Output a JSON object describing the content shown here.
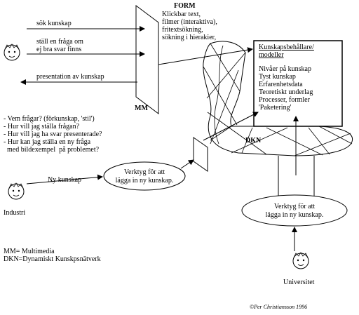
{
  "arrows": {
    "search": "sök kunskap",
    "ask_line1": "ställ en fråga om",
    "ask_line2": "ej bra svar finns",
    "presentation": "presentation av kunskap"
  },
  "form": {
    "title": "FORM",
    "lines": [
      "Klickbar text,",
      "filmer (interaktiva),",
      "fritextsökning,",
      "sökning i hierakier,"
    ]
  },
  "mm_label": "MM",
  "container": {
    "title_line1": "Kunskapsbehållare/",
    "title_line2": "modeller",
    "items": [
      "Nivåer på kunskap",
      "Tyst kunskap",
      "Erfarenhetsdata",
      "Teoretiskt underlag",
      "Processer, formler",
      "'Paketering'"
    ]
  },
  "questions": [
    "- Vem frågar? (förkunskap, 'stil')",
    "- Hur vill jag ställa frågan?",
    "- Hur vill jag ha svar presenterade?",
    "- Hur kan jag ställa en ny fråga",
    "  med bildexempel  på problemet?"
  ],
  "dkn_label": "DKN",
  "tool_left": {
    "line1": "Verktyg för att",
    "line2": "lägga in ny kunskap."
  },
  "tool_right": {
    "line1": "Verktyg för att",
    "line2": "lägga in ny kunskap."
  },
  "new_knowledge": "Ny kunskap",
  "industry": "Industri",
  "university": "Universitet",
  "legend": [
    "MM=  Multimedia",
    "DKN=Dynamiskt Kunskpsnätverk"
  ],
  "copyright": "©Per Christiansson 1996"
}
